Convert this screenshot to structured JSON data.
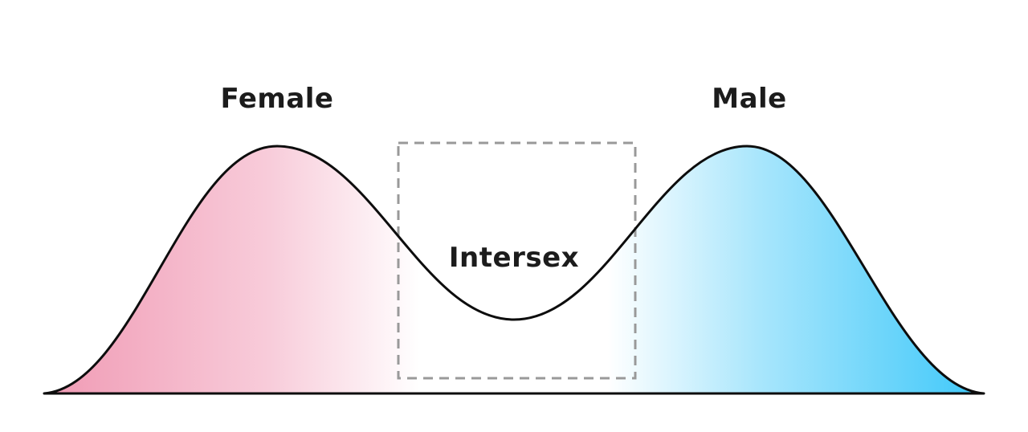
{
  "diagram": {
    "labels": {
      "female": "Female",
      "male": "Male",
      "intersex": "Intersex"
    },
    "colors": {
      "female_strong": "#F09AB4",
      "female_light": "#F8CCDA",
      "white": "#FFFFFF",
      "male_light": "#A9E6FC",
      "male_strong": "#3EC8F9",
      "curve_stroke": "#0D0D0D",
      "dashed_box": "#999999",
      "label_text": "#1C1C1C"
    }
  }
}
